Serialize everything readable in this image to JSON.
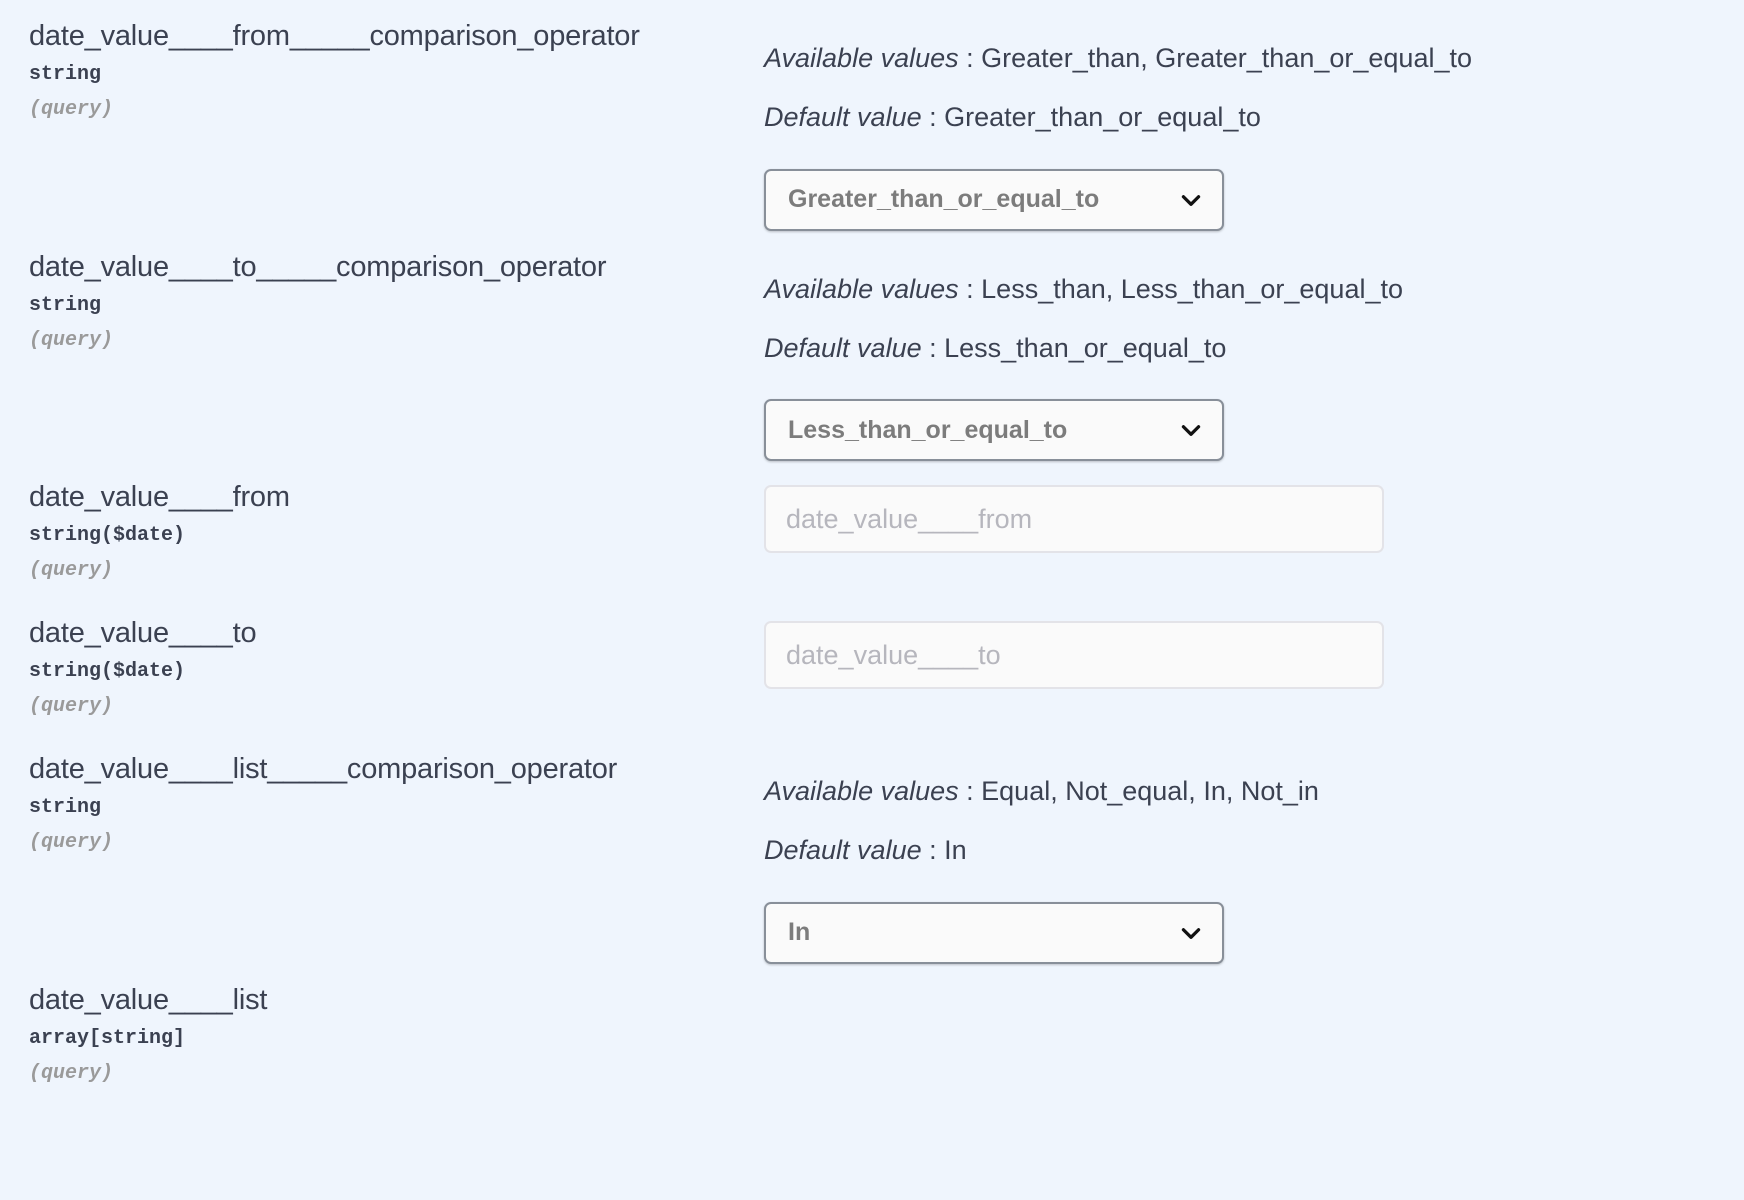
{
  "theme": {
    "page_background": "#eff5fd",
    "text_color": "#3b4151",
    "muted_text": "#9a9a9a",
    "control_background": "#fafafa",
    "select_border": "#888f99",
    "input_border": "#e3e3e8",
    "placeholder_color": "#b6b6bd"
  },
  "labels": {
    "available_values_key": "Available values",
    "default_value_key": "Default value",
    "separator": " : ",
    "chevron_icon": "chevron-down-icon"
  },
  "parameters": [
    {
      "name": "date_value____from_____comparison_operator",
      "type": "string",
      "in": "(query)",
      "available_values": "Greater_than, Greater_than_or_equal_to",
      "default_value": "Greater_than_or_equal_to",
      "control": "select",
      "selected": "Greater_than_or_equal_to",
      "options": [
        "Greater_than",
        "Greater_than_or_equal_to"
      ]
    },
    {
      "name": "date_value____to_____comparison_operator",
      "type": "string",
      "in": "(query)",
      "available_values": "Less_than, Less_than_or_equal_to",
      "default_value": "Less_than_or_equal_to",
      "control": "select",
      "selected": "Less_than_or_equal_to",
      "options": [
        "Less_than",
        "Less_than_or_equal_to"
      ]
    },
    {
      "name": "date_value____from",
      "type": "string($date)",
      "in": "(query)",
      "control": "input",
      "value": "",
      "placeholder": "date_value____from"
    },
    {
      "name": "date_value____to",
      "type": "string($date)",
      "in": "(query)",
      "control": "input",
      "value": "",
      "placeholder": "date_value____to"
    },
    {
      "name": "date_value____list_____comparison_operator",
      "type": "string",
      "in": "(query)",
      "available_values": "Equal, Not_equal, In, Not_in",
      "default_value": "In",
      "control": "select",
      "selected": "In",
      "options": [
        "Equal",
        "Not_equal",
        "In",
        "Not_in"
      ]
    },
    {
      "name": "date_value____list",
      "type": "array[string]",
      "in": "(query)",
      "control": "none"
    }
  ]
}
